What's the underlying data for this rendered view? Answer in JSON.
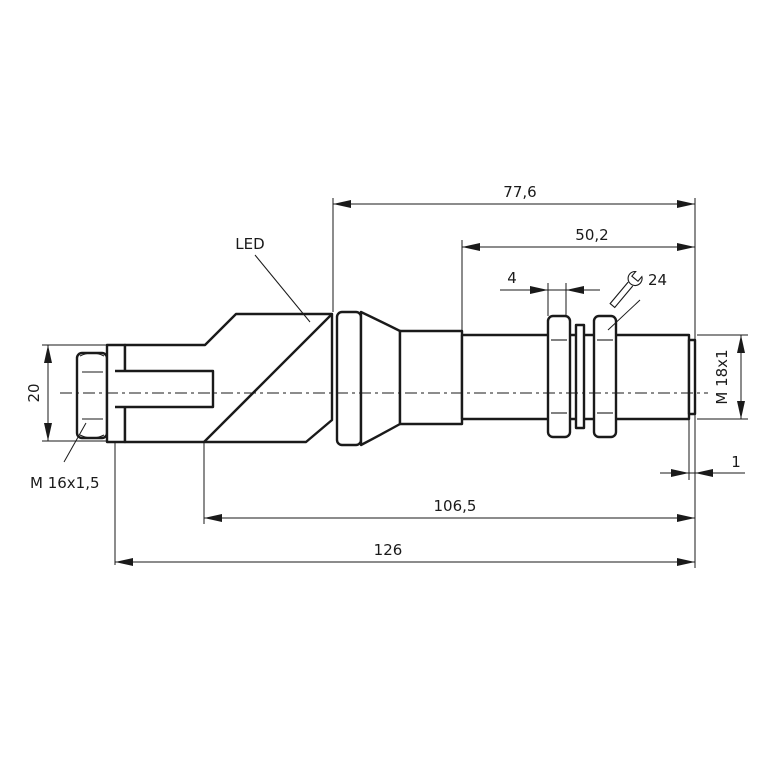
{
  "labels": {
    "led": "LED",
    "overall_length": "126",
    "body_length": "106,5",
    "sensor_length": "77,6",
    "thread_length": "50,2",
    "nut_thickness": "4",
    "wrench_size": "24",
    "face_offset": "1",
    "connector_height": "20",
    "connector_thread": "M 16x1,5",
    "sensor_thread": "M 18x1"
  },
  "icons": {
    "wrench": "wrench-icon"
  }
}
